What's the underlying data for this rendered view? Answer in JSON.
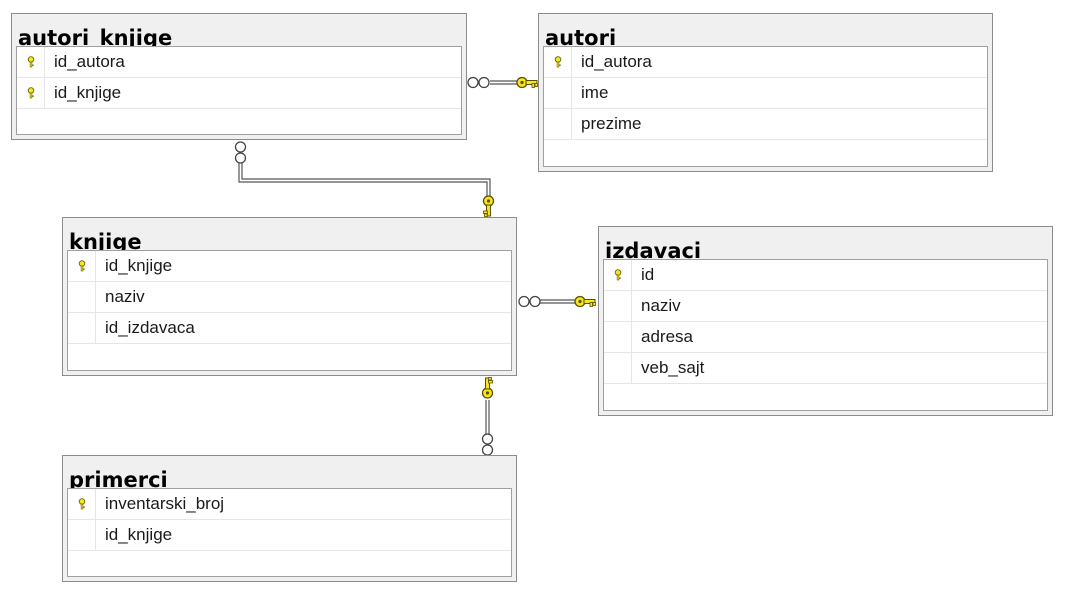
{
  "tables": {
    "autori_knjige": {
      "title": "autori_knjige",
      "columns": [
        {
          "name": "id_autora",
          "pk": true
        },
        {
          "name": "id_knjige",
          "pk": true
        }
      ]
    },
    "autori": {
      "title": "autori",
      "columns": [
        {
          "name": "id_autora",
          "pk": true
        },
        {
          "name": "ime",
          "pk": false
        },
        {
          "name": "prezime",
          "pk": false
        }
      ]
    },
    "knjige": {
      "title": "knjige",
      "columns": [
        {
          "name": "id_knjige",
          "pk": true
        },
        {
          "name": "naziv",
          "pk": false
        },
        {
          "name": "id_izdavaca",
          "pk": false
        }
      ]
    },
    "izdavaci": {
      "title": "izdavaci",
      "columns": [
        {
          "name": "id",
          "pk": true
        },
        {
          "name": "naziv",
          "pk": false
        },
        {
          "name": "adresa",
          "pk": false
        },
        {
          "name": "veb_sajt",
          "pk": false
        }
      ]
    },
    "primerci": {
      "title": "primerci",
      "columns": [
        {
          "name": "inventarski_broj",
          "pk": true
        },
        {
          "name": "id_knjige",
          "pk": false
        }
      ]
    }
  },
  "relationships": [
    {
      "many": "autori_knjige",
      "one": "autori"
    },
    {
      "many": "autori_knjige",
      "one": "knjige"
    },
    {
      "many": "knjige",
      "one": "izdavaci"
    },
    {
      "many": "primerci",
      "one": "knjige"
    }
  ],
  "colors": {
    "key_fill": "#f6e51f",
    "key_stroke": "#5a5000",
    "line": "#555555"
  }
}
